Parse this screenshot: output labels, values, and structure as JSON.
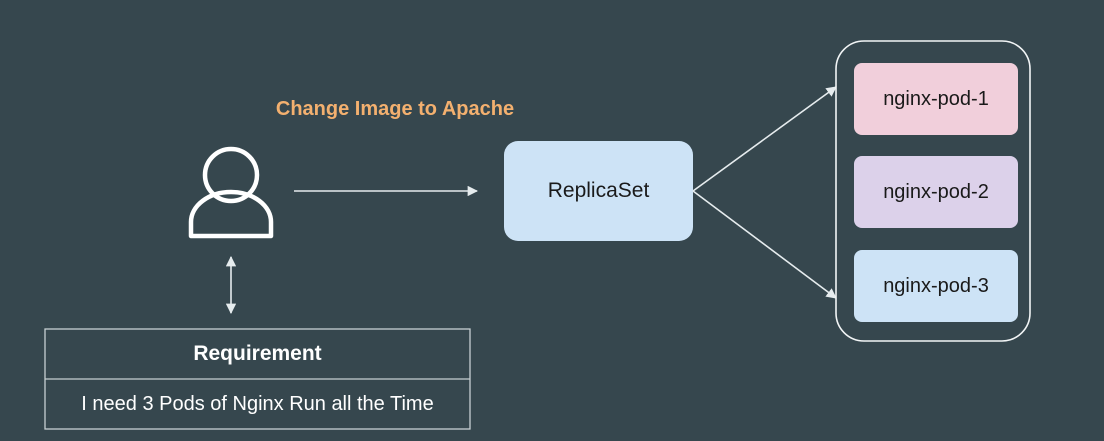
{
  "colors": {
    "background": "#36474e",
    "annotation": "#f3b06f",
    "line": "#e6ecee",
    "replicaset_fill": "#cde3f6",
    "pod1_fill": "#f1cfdb",
    "pod2_fill": "#dcd1ea",
    "pod3_fill": "#cde3f6",
    "box_border": "#c7cfd2"
  },
  "annotation": {
    "text": "Change Image to Apache"
  },
  "user": {
    "icon": "user-icon"
  },
  "replicaset": {
    "label": "ReplicaSet"
  },
  "pods": [
    {
      "label": "nginx-pod-1"
    },
    {
      "label": "nginx-pod-2"
    },
    {
      "label": "nginx-pod-3"
    }
  ],
  "requirement": {
    "title": "Requirement",
    "body": "I need 3 Pods of Nginx Run all the Time"
  }
}
